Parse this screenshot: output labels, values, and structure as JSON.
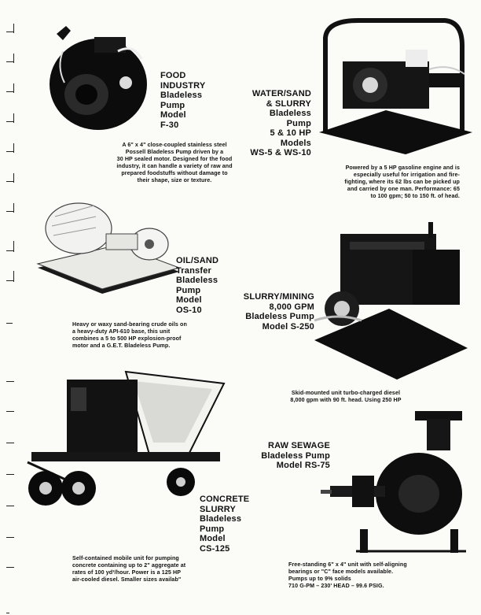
{
  "products": {
    "food": {
      "title": [
        "FOOD",
        "INDUSTRY",
        "Bladeless",
        "Pump",
        "Model",
        "F-30"
      ],
      "desc": [
        "A 6\" x 4\" close-coupled stainless steel",
        "Possell Bladeless Pump driven by a",
        "30 HP sealed motor. Designed for the food",
        "industry, it can handle a variety of raw and",
        "prepared foodstuffs without damage to",
        "their shape, size or texture."
      ]
    },
    "water": {
      "title": [
        "WATER/SAND",
        "& SLURRY",
        "Bladeless",
        "Pump",
        "5 & 10 HP",
        "Models",
        "WS-5 & WS-10"
      ],
      "desc": [
        "Powered by a 5 HP gasoline engine and is",
        "especially useful for irrigation and fire-",
        "fighting, where its 62 lbs can be picked up",
        "and carried by one man. Performance: 65",
        "to 100 gpm; 50 to 150 ft. of head."
      ]
    },
    "oil": {
      "title": [
        "OIL/SAND",
        "Transfer",
        "Bladeless",
        "Pump",
        "Model",
        "OS-10"
      ],
      "desc": [
        "Heavy or waxy sand-bearing crude oils on",
        "a heavy-duty API-610 base, this unit",
        "combines a 5 to 500 HP explosion-proof",
        "motor and a G.E.T. Bladeless Pump."
      ]
    },
    "slurry": {
      "title": [
        "SLURRY/MINING",
        "8,000 GPM",
        "Bladeless Pump",
        "Model S-250"
      ],
      "desc": [
        "Skid-mounted unit turbo-charged diesel",
        "8,000 gpm with 90 ft. head. Using 250 HP"
      ]
    },
    "concrete": {
      "title": [
        "CONCRETE",
        "SLURRY",
        "Bladeless",
        "Pump",
        "Model",
        "CS-125"
      ],
      "desc": [
        "Self-contained mobile unit for pumping",
        "concrete containing up to 2\" aggregate at",
        "rates of 100 yd³/hour. Power is a 125 HP",
        "air-cooled diesel. Smaller sizes availab\""
      ]
    },
    "sewage": {
      "title": [
        "RAW SEWAGE",
        "Bladeless Pump",
        "Model RS-75"
      ],
      "desc": [
        "Free-standing 6\" x 4\" unit with self-aligning",
        "bearings or \"C\" face models available.",
        "Pumps up to 9% solids",
        "710 G-PM – 230' HEAD – 99.6 PSIG."
      ]
    }
  }
}
